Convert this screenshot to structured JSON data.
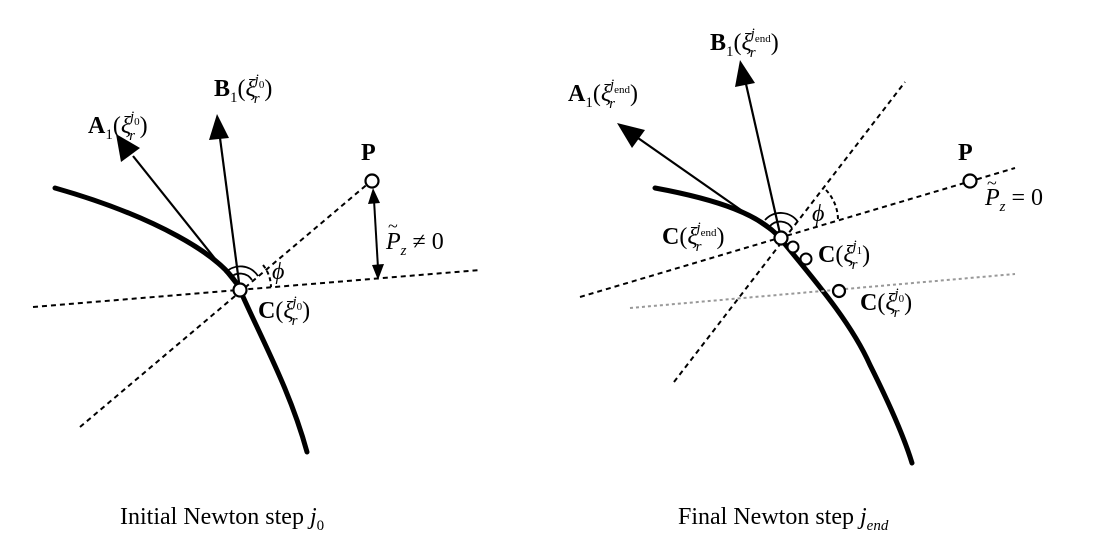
{
  "left_panel": {
    "caption_text": "Initial Newton step ",
    "caption_var": "j",
    "caption_sub": "0",
    "vector_a": {
      "name": "A",
      "sub": "1",
      "arg": "ξ",
      "arg_sub": "r",
      "sup_var": "j",
      "sup_sub": "0"
    },
    "vector_b": {
      "name": "B",
      "sub": "1",
      "arg": "ξ",
      "arg_sub": "r",
      "sup_var": "j",
      "sup_sub": "0"
    },
    "point_p": "P",
    "point_c": {
      "name": "C",
      "arg": "ξ",
      "arg_sub": "r",
      "sup_var": "j",
      "sup_sub": "0"
    },
    "angle": "ϕ",
    "distance": {
      "var": "P",
      "sub": "z",
      "relation": " ≠ 0"
    }
  },
  "right_panel": {
    "caption_text": "Final Newton step ",
    "caption_var": "j",
    "caption_sub": "end",
    "vector_a": {
      "name": "A",
      "sub": "1",
      "arg": "ξ",
      "arg_sub": "r",
      "sup_var": "j",
      "sup_sub": "end"
    },
    "vector_b": {
      "name": "B",
      "sub": "1",
      "arg": "ξ",
      "arg_sub": "r",
      "sup_var": "j",
      "sup_sub": "end"
    },
    "point_p": "P",
    "point_c_end": {
      "name": "C",
      "arg": "ξ",
      "arg_sub": "r",
      "sup_var": "j",
      "sup_sub": "end"
    },
    "point_c_1": {
      "name": "C",
      "arg": "ξ",
      "arg_sub": "r",
      "sup_var": "j",
      "sup_sub": "1"
    },
    "point_c_0": {
      "name": "C",
      "arg": "ξ",
      "arg_sub": "r",
      "sup_var": "j",
      "sup_sub": "0"
    },
    "angle": "ϕ",
    "distance": {
      "var": "P",
      "sub": "z",
      "relation": " = 0"
    }
  }
}
